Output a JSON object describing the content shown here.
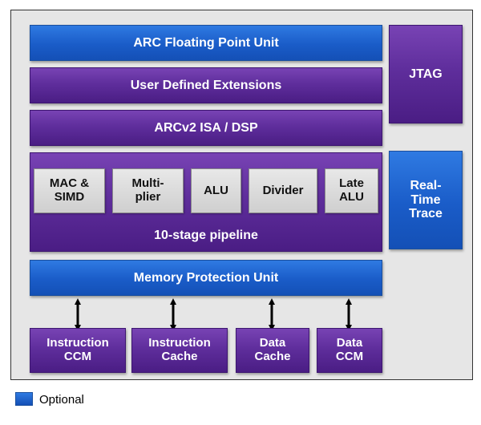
{
  "blocks": {
    "fpu": "ARC Floating Point Unit",
    "ude": "User Defined Extensions",
    "isa": "ARCv2 ISA / DSP",
    "jtag": "JTAG",
    "rtt": "Real-\nTime\nTrace",
    "mpu": "Memory Protection Unit"
  },
  "pipeline": {
    "label": "10-stage pipeline",
    "units": [
      "MAC &\nSIMD",
      "Multi-\nplier",
      "ALU",
      "Divider",
      "Late\nALU"
    ]
  },
  "memory": [
    "Instruction\nCCM",
    "Instruction\nCache",
    "Data\nCache",
    "Data\nCCM"
  ],
  "legend": {
    "label": "Optional"
  },
  "colors": {
    "optional": "#1a5cc8",
    "core": "#5f2e9c",
    "unit": "#d9d9d9",
    "frame": "#e6e6e6"
  }
}
